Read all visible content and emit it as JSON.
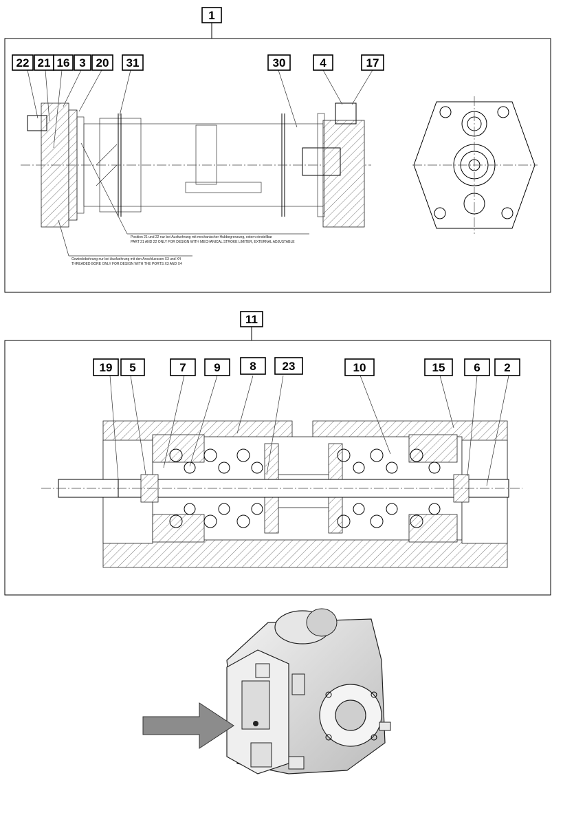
{
  "figure": {
    "top_section": {
      "assembly_callout": "1",
      "item_callouts": [
        "22",
        "21",
        "16",
        "3",
        "20",
        "31",
        "30",
        "4",
        "17"
      ],
      "notes": [
        "Position 21 und 22 nur bei Ausfuehrung mit mechanischer Hubbegrenzung, extern einstellbar",
        "PART 21 AND 22 ONLY FOR DESIGN WITH MECHANICAL STROKE LIMITER, EXTERNAL ADJUSTABLE",
        "Gewindebohrung nur bei Ausfuehrung mit den Anschluessen X3 und X4",
        "THREADED BORE ONLY FOR DESIGN WITH THE PORTS X3 AND X4"
      ]
    },
    "middle_section": {
      "assembly_callout": "11",
      "item_callouts": [
        "19",
        "5",
        "7",
        "9",
        "8",
        "23",
        "10",
        "15",
        "6",
        "2"
      ]
    },
    "bottom_section": {
      "pointer": "arrow pointing at control module on pump",
      "pump_color": "#d9d9d9",
      "arrow_color": "#8c8c8c"
    }
  }
}
